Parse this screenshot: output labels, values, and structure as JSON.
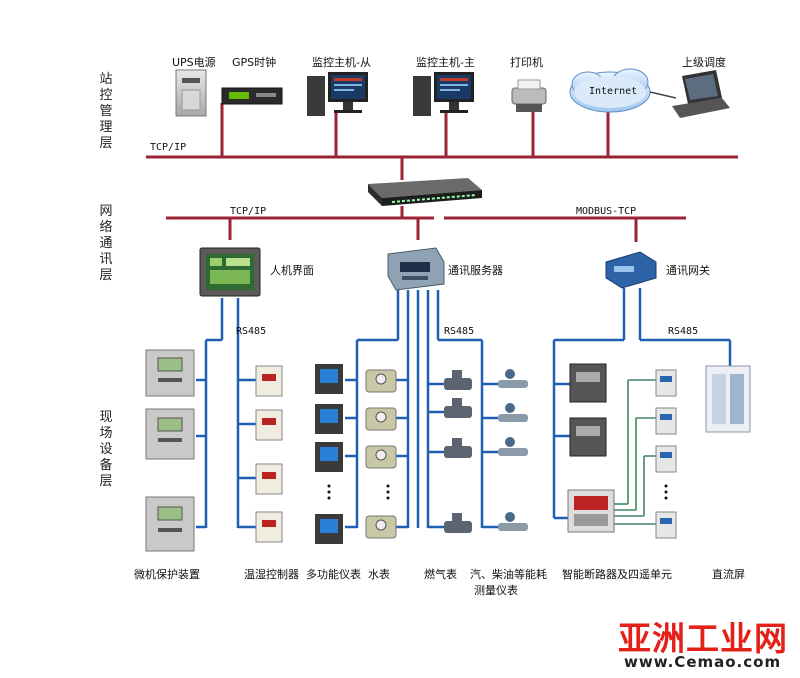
{
  "layers": {
    "station": "站控管理层",
    "network": "网络通讯层",
    "field": "现场设备层"
  },
  "top_devices": {
    "ups": "UPS电源",
    "gps": "GPS时钟",
    "host_slave": "监控主机-从",
    "host_master": "监控主机-主",
    "printer": "打印机",
    "internet": "Internet",
    "dispatch": "上级调度"
  },
  "buses": {
    "top_tcp": "TCP/IP",
    "net_tcp": "TCP/IP",
    "modbus": "MODBUS-TCP",
    "rs485_a": "RS485",
    "rs485_b": "RS485",
    "rs485_c": "RS485"
  },
  "network_devices": {
    "hmi": "人机界面",
    "comm_server": "通讯服务器",
    "comm_gateway": "通讯网关"
  },
  "field_devices": {
    "protection": "微机保护装置",
    "temp_humidity": "温湿控制器",
    "multi_meter": "多功能仪表",
    "water_meter": "水表",
    "gas_meter": "燃气表",
    "fuel_meter_line1": "汽、柴油等能耗",
    "fuel_meter_line2": "测量仪表",
    "breaker": "智能断路器及四遥单元",
    "dc_panel": "直流屏"
  },
  "watermark": {
    "brand": "亚洲工业网",
    "site": "www.Cemao.com"
  },
  "colors": {
    "bus_red": "#9b2335",
    "rs485_blue": "#1f5fb4",
    "field_green": "#3e8a63"
  }
}
